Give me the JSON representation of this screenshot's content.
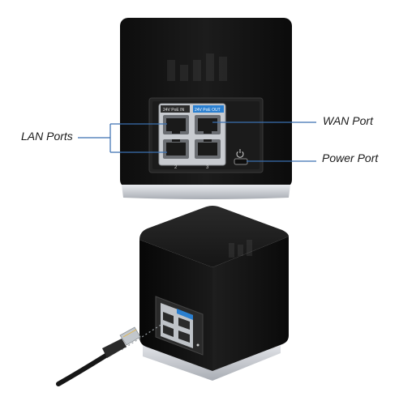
{
  "callouts": {
    "lan": "LAN Ports",
    "wan": "WAN Port",
    "power": "Power Port"
  },
  "panel": {
    "poe_in": "24V PoE IN",
    "poe_out": "24V PoE OUT",
    "port_2": "2",
    "port_3": "3"
  },
  "colors": {
    "device_body": "#141414",
    "base_ring": "#c9ccd2",
    "wan_badge": "#2a7fd0",
    "leader_line": "#3a6fb0"
  },
  "icons": {
    "power": "power-icon",
    "ethernet_cable": "ethernet-cable-icon"
  }
}
